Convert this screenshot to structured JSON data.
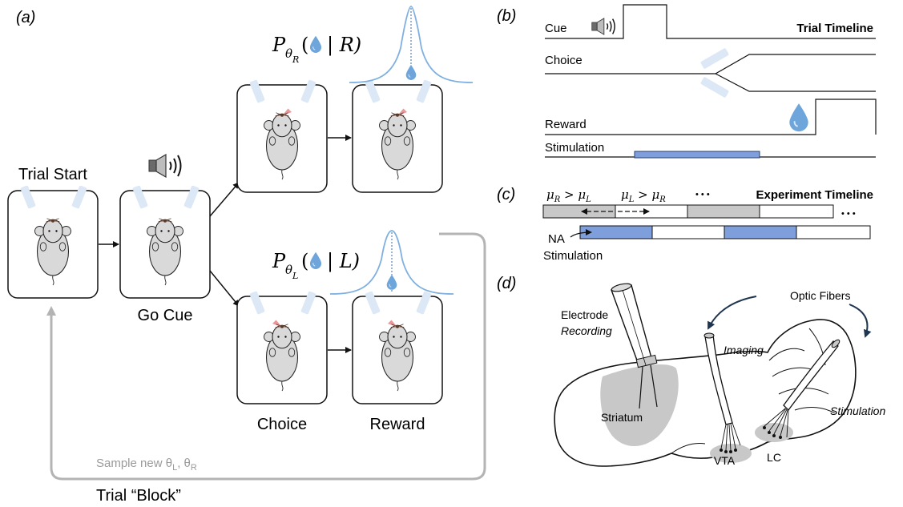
{
  "panel_a": {
    "label": "(a)",
    "trial_start": "Trial Start",
    "go_cue": "Go Cue",
    "choice": "Choice",
    "reward": "Reward",
    "formula_r_prefix": "P",
    "formula_r_sub": "θ",
    "formula_r_subsub": "R",
    "formula_r_suffix": "| R)",
    "formula_l_prefix": "P",
    "formula_l_sub": "θ",
    "formula_l_subsub": "L",
    "formula_l_suffix": "| L)",
    "sample_text": "Sample new θ",
    "sample_sub1": "L",
    "sample_mid": ", θ",
    "sample_sub2": "R",
    "trial_block": "Trial “Block”"
  },
  "panel_b": {
    "label": "(b)",
    "title": "Trial Timeline",
    "rows": [
      "Cue",
      "Choice",
      "Reward",
      "Stimulation"
    ]
  },
  "panel_c": {
    "label": "(c)",
    "title": "Experiment Timeline",
    "cond1": "μ",
    "cond1_sub_a": "R",
    "cond1_mid": " > μ",
    "cond1_sub_b": "L",
    "cond2": "μ",
    "cond2_sub_a": "L",
    "cond2_mid": " > μ",
    "cond2_sub_b": "R",
    "ellipsis": "• • •",
    "stim_label_1": "NA",
    "stim_label_2": "Stimulation",
    "blocks_top": [
      1,
      0,
      1,
      0
    ],
    "blocks_bottom": [
      1,
      0,
      1,
      0
    ]
  },
  "panel_d": {
    "label": "(d)",
    "optic_fibers": "Optic Fibers",
    "electrode": "Electrode",
    "recording": "Recording",
    "imaging": "Imaging",
    "stimulation": "Stimulation",
    "striatum": "Striatum",
    "vta": "VTA",
    "lc": "LC"
  },
  "colors": {
    "stim_blue": "#7f9fdc",
    "block_gray": "#c8c8c8",
    "gauss_blue": "#7fb0e0",
    "drop_blue": "#6ea6dc",
    "nose_pink": "#e9979b",
    "loop_gray": "#b4b4b4",
    "mouse_fill": "#d9d9d9",
    "spout_blue": "#dce8f6"
  },
  "icons": [
    "speaker-icon",
    "water-drop-icon",
    "mouse-icon",
    "optic-fiber-icon",
    "electrode-icon",
    "brain-icon"
  ]
}
